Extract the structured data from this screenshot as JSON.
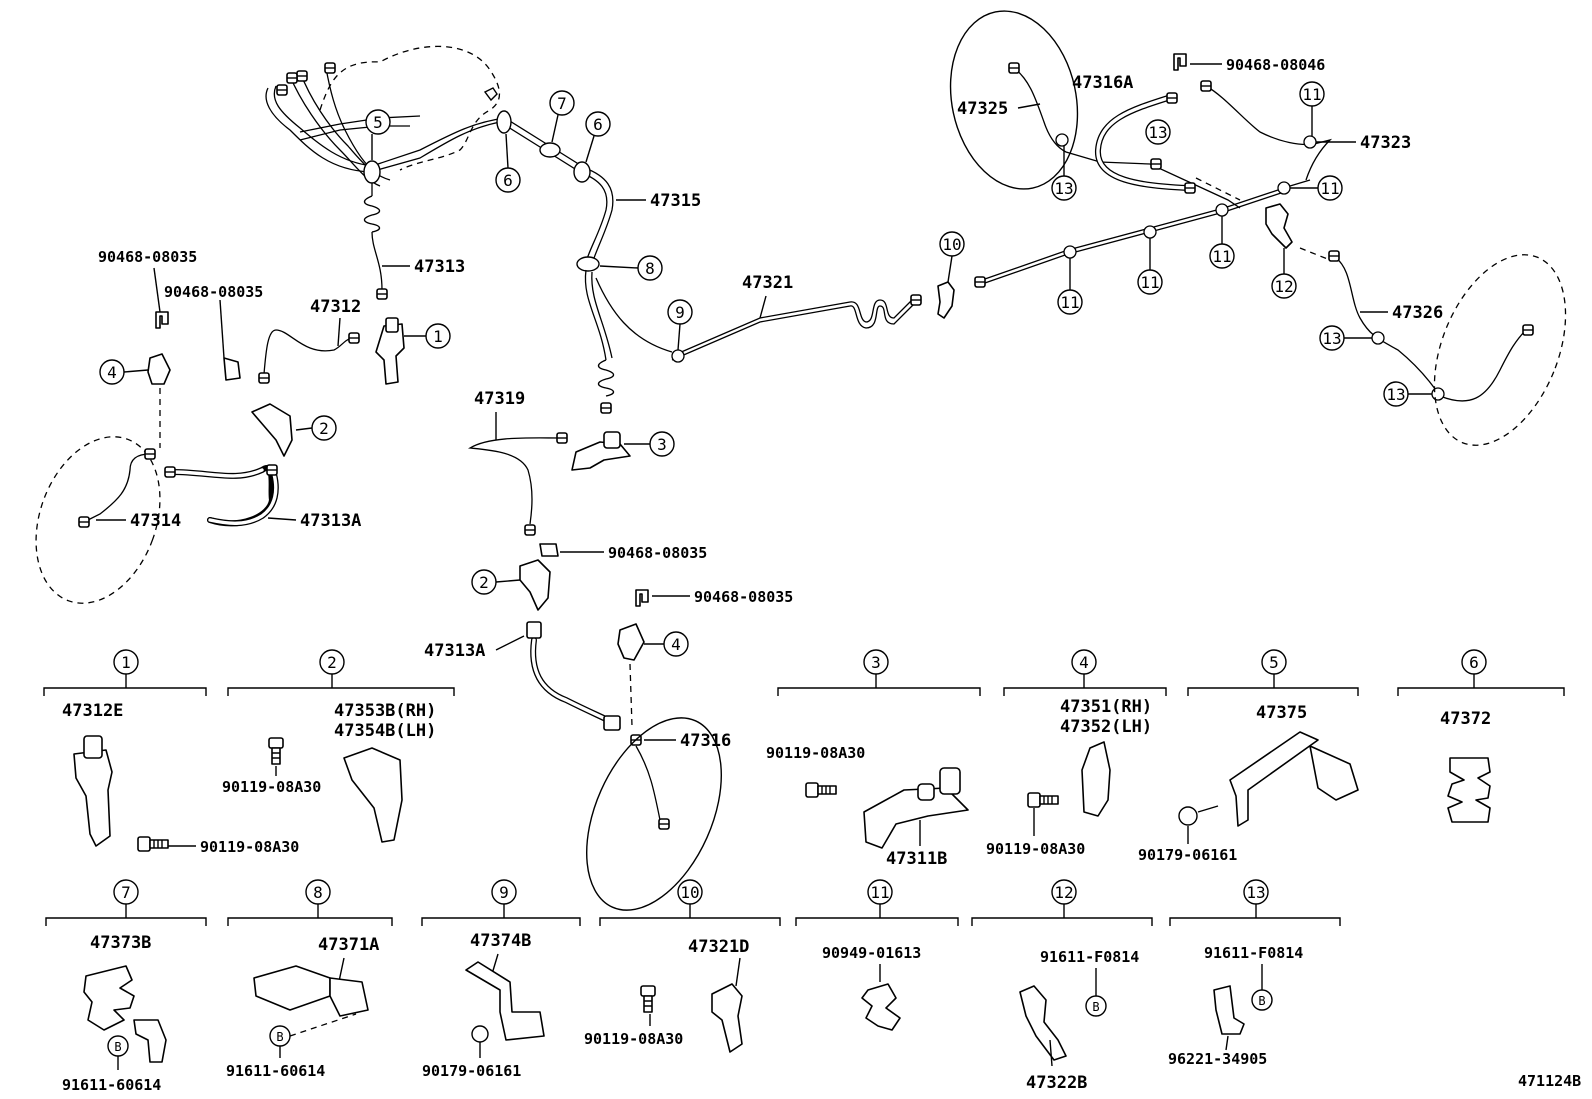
{
  "diagram_code": "471124B",
  "callouts": {
    "c1": "1",
    "c2": "2",
    "c3": "3",
    "c4": "4",
    "c5": "5",
    "c6": "6",
    "c7": "7",
    "c8": "8",
    "c9": "9",
    "c10": "10",
    "c11": "11",
    "c12": "12",
    "c13": "13",
    "b": "B"
  },
  "main_labels": {
    "p47313": "47313",
    "p47312": "47312",
    "p47314": "47314",
    "p47313A": "47313A",
    "p47315": "47315",
    "p47321": "47321",
    "p47319": "47319",
    "p47316": "47316",
    "p47316A": "47316A",
    "p47325": "47325",
    "p47323": "47323",
    "p47326": "47326",
    "clip": "90468-08035",
    "clip2": "90468-08046"
  },
  "groups": [
    {
      "callout": "1",
      "parts": [
        "47312E",
        "90119-08A30"
      ]
    },
    {
      "callout": "2",
      "parts": [
        "47353B(RH)",
        "47354B(LH)",
        "90119-08A30"
      ]
    },
    {
      "callout": "3",
      "parts": [
        "90119-08A30",
        "47311B"
      ]
    },
    {
      "callout": "4",
      "parts": [
        "47351(RH)",
        "47352(LH)",
        "90119-08A30"
      ]
    },
    {
      "callout": "5",
      "parts": [
        "47375",
        "90179-06161"
      ]
    },
    {
      "callout": "6",
      "parts": [
        "47372"
      ]
    },
    {
      "callout": "7",
      "parts": [
        "47373B",
        "91611-60614"
      ]
    },
    {
      "callout": "8",
      "parts": [
        "47371A",
        "91611-60614"
      ]
    },
    {
      "callout": "9",
      "parts": [
        "47374B",
        "90179-06161"
      ]
    },
    {
      "callout": "10",
      "parts": [
        "47321D",
        "90119-08A30"
      ]
    },
    {
      "callout": "11",
      "parts": [
        "90949-01613"
      ]
    },
    {
      "callout": "12",
      "parts": [
        "91611-F0814",
        "47322B"
      ]
    },
    {
      "callout": "13",
      "parts": [
        "91611-F0814",
        "96221-34905"
      ]
    }
  ]
}
